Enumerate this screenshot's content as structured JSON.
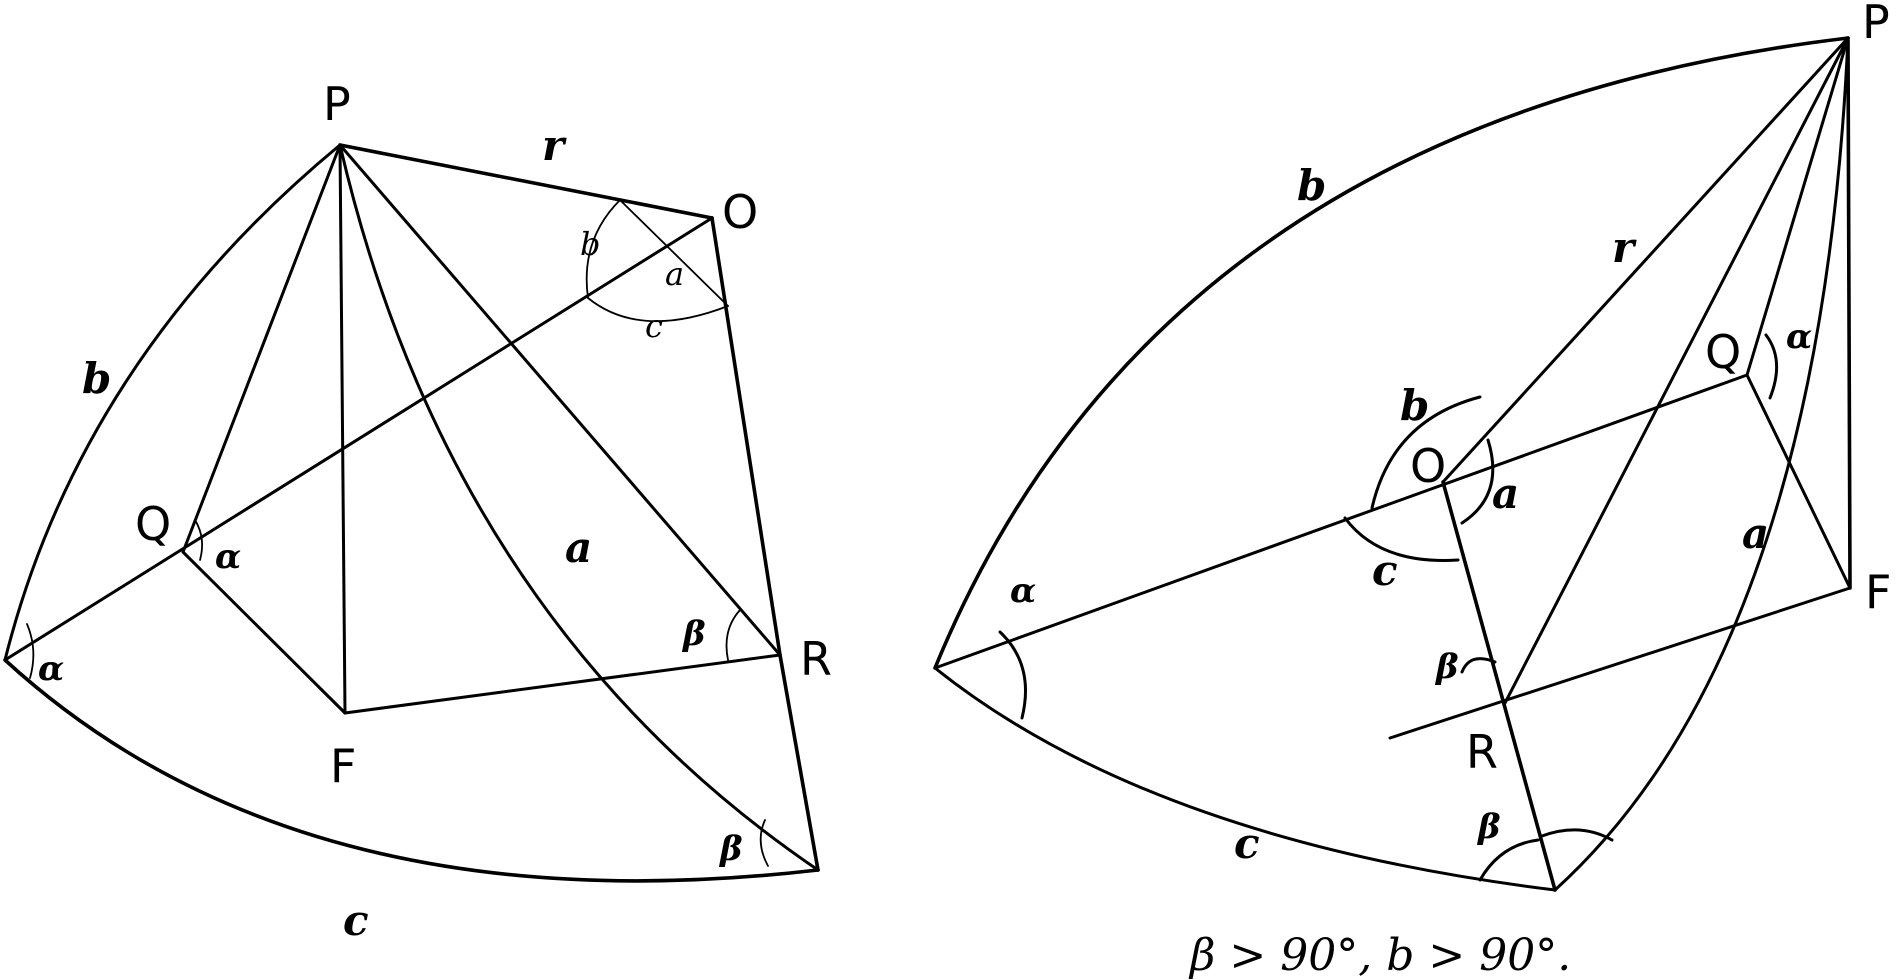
{
  "left_figure": {
    "points": {
      "P": "P",
      "O": "O",
      "Q": "Q",
      "R": "R",
      "F": "F"
    },
    "edges": {
      "r": "r",
      "b": "b",
      "a": "a",
      "c": "c"
    },
    "angles": {
      "alpha_q": "α",
      "alpha_corner": "α",
      "beta_r": "β",
      "beta_bottom": "β"
    },
    "at_O": {
      "b": "b",
      "a": "a",
      "c": "c"
    }
  },
  "right_figure": {
    "points": {
      "P": "P",
      "O": "O",
      "Q": "Q",
      "R": "R",
      "F": "F"
    },
    "edges": {
      "b": "b",
      "r": "r",
      "a": "a",
      "c": "c"
    },
    "angles": {
      "alpha_q": "α",
      "alpha_corner": "α",
      "beta_r": "β",
      "beta_bottom": "β"
    },
    "at_O": {
      "b": "b",
      "a": "a",
      "c": "c"
    }
  },
  "caption": "β > 90°, b > 90°."
}
